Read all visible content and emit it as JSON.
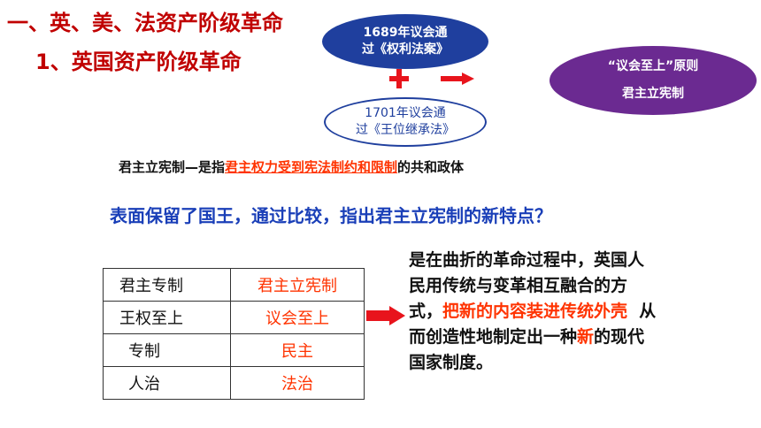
{
  "titles": {
    "main": "一、英、美、法资产阶级革命",
    "sub": "1、英国资产阶级革命"
  },
  "ellipses": {
    "bill_line1": "1689年议会通",
    "bill_line2": "过《权利法案》",
    "act_line1": "1701年议会通",
    "act_line2": "过《王位继承法》",
    "result_line1": "“议会至上”原则",
    "result_line2": "君主立宪制"
  },
  "definition": {
    "prefix": "君主立宪制—是指",
    "highlight": "君主权力受到宪法制约和限制",
    "suffix": "的共和政体"
  },
  "question": "表面保留了国王，通过比较，指出君主立宪制的新特点？",
  "comparison": {
    "rows": [
      {
        "old": "君主专制",
        "new": "君主立宪制"
      },
      {
        "old": "王权至上",
        "new": "议会至上"
      },
      {
        "old": "专制",
        "new": "民主"
      },
      {
        "old": "人治",
        "new": "法治"
      }
    ]
  },
  "paragraph": {
    "part1": "是在曲折的革命过程中，英国人民用传统与变革相互融合的方式，",
    "highlight1": "把新的内容装进传统外壳",
    "part2": "  从而创造性地制定出一种",
    "highlight2": "新",
    "part3": "的现代国家制度。"
  },
  "colors": {
    "title": "#c00000",
    "highlight": "#ff3300",
    "question": "#1a3fb8",
    "ellipse_blue": "#1f3f9e",
    "ellipse_purple": "#6b2a91",
    "arrow": "#e8141c"
  },
  "icons": [
    "plus-icon",
    "right-arrow-icon"
  ]
}
